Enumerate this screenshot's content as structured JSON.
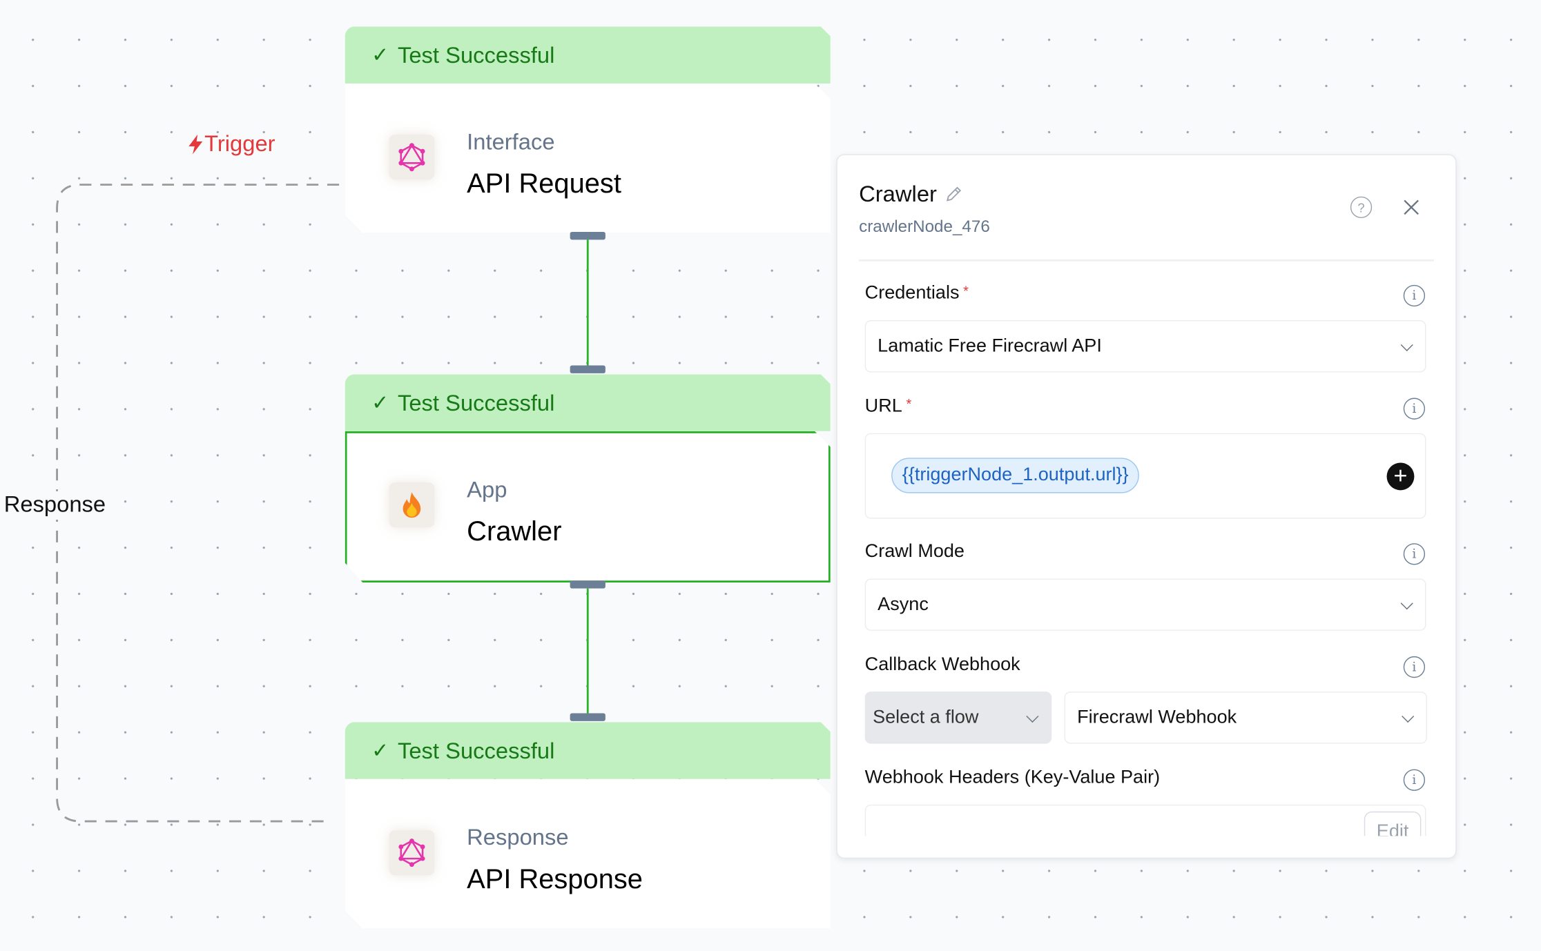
{
  "canvas": {
    "trigger_label": "Trigger",
    "response_edge_label": "Response",
    "nodes": [
      {
        "status": "Test Successful",
        "kind": "Interface",
        "name": "API Request",
        "icon": "graphql-icon"
      },
      {
        "status": "Test Successful",
        "kind": "App",
        "name": "Crawler",
        "icon": "fire-icon",
        "selected": true
      },
      {
        "status": "Test Successful",
        "kind": "Response",
        "name": "API Response",
        "icon": "graphql-icon"
      }
    ],
    "colors": {
      "status_bg": "#c0f0c0",
      "status_text": "#177a17",
      "edge": "#2bb52b",
      "trigger": "#e5383b"
    }
  },
  "panel": {
    "title": "Crawler",
    "node_id": "crawlerNode_476",
    "fields": {
      "credentials": {
        "label": "Credentials",
        "required": "*",
        "value": "Lamatic Free Firecrawl API"
      },
      "url": {
        "label": "URL",
        "required": "*",
        "value": "{{triggerNode_1.output.url}}"
      },
      "crawl_mode": {
        "label": "Crawl Mode",
        "value": "Async"
      },
      "callback_webhook": {
        "label": "Callback Webhook",
        "flow_placeholder": "Select a flow",
        "value": "Firecrawl Webhook"
      },
      "webhook_headers": {
        "label": "Webhook Headers (Key-Value Pair)",
        "edit_label": "Edit"
      }
    }
  }
}
